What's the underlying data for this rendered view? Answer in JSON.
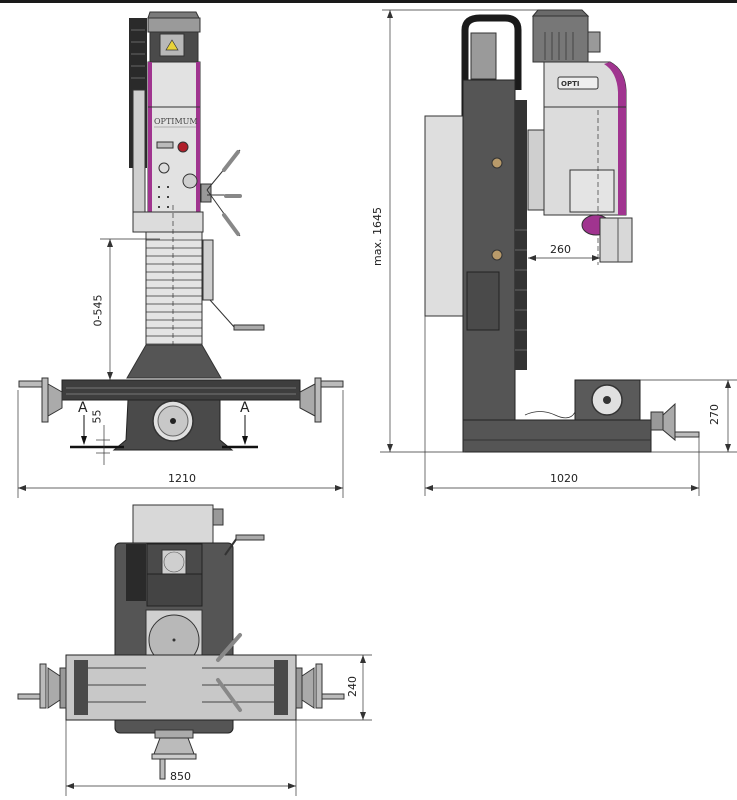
{
  "drawing": {
    "brand_front": "OPTIMUM",
    "brand_side": "OPTI",
    "colors": {
      "accent_purple": "#a0348f",
      "machine_dark": "#4a4a4a",
      "machine_mid": "#8a8a8a",
      "machine_light": "#d8d8d8",
      "line": "#222222"
    }
  },
  "front_view": {
    "dim_width": "1210",
    "dim_travel": "0-545",
    "dim_55": "55",
    "section_left": "A",
    "section_right": "A"
  },
  "side_view": {
    "dim_height": "max. 1645",
    "dim_throat": "260",
    "dim_depth": "1020",
    "dim_table_height": "270"
  },
  "top_view": {
    "dim_width": "850",
    "dim_table_depth": "240"
  }
}
